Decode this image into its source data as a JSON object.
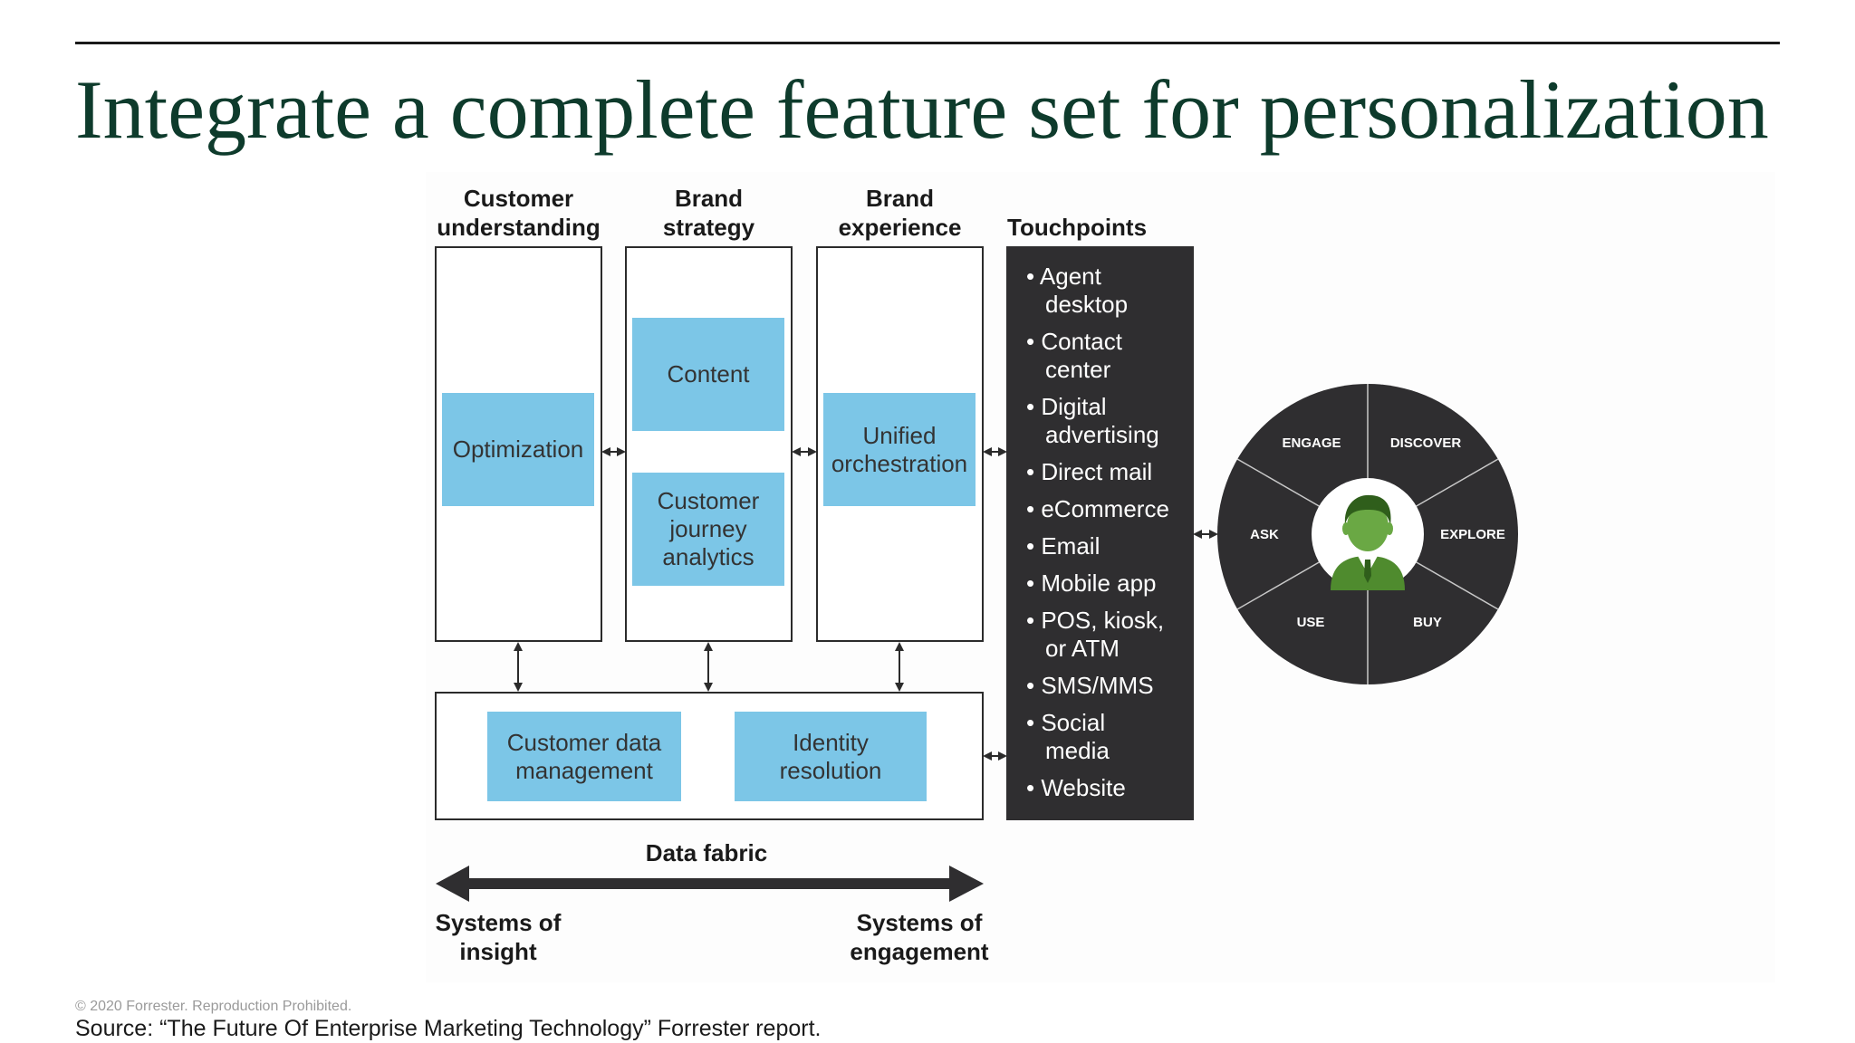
{
  "title": "Integrate a complete feature set for personalization",
  "columns": [
    {
      "heading_line1": "Customer",
      "heading_line2": "understanding"
    },
    {
      "heading_line1": "Brand",
      "heading_line2": "strategy"
    },
    {
      "heading_line1": "Brand",
      "heading_line2": "experience"
    }
  ],
  "touchpoints_heading": "Touchpoints",
  "boxes": {
    "optimization": "Optimization",
    "content": "Content",
    "cja_line1": "Customer",
    "cja_line2": "journey",
    "cja_line3": "analytics",
    "uo_line1": "Unified",
    "uo_line2": "orchestration",
    "cdm_line1": "Customer data",
    "cdm_line2": "management",
    "ir_line1": "Identity",
    "ir_line2": "resolution"
  },
  "touchpoints": [
    {
      "l1": "• Agent",
      "l2": "desktop"
    },
    {
      "l1": "• Contact",
      "l2": "center"
    },
    {
      "l1": "• Digital",
      "l2": "advertising"
    },
    {
      "l1": "• Direct mail",
      "l2": ""
    },
    {
      "l1": "• eCommerce",
      "l2": ""
    },
    {
      "l1": "• Email",
      "l2": ""
    },
    {
      "l1": "• Mobile app",
      "l2": ""
    },
    {
      "l1": "• POS, kiosk,",
      "l2": "or ATM"
    },
    {
      "l1": "• SMS/MMS",
      "l2": ""
    },
    {
      "l1": "• Social",
      "l2": "media"
    },
    {
      "l1": "• Website",
      "l2": ""
    }
  ],
  "wheel": {
    "segments": [
      "ENGAGE",
      "DISCOVER",
      "EXPLORE",
      "BUY",
      "USE",
      "ASK"
    ],
    "colors": {
      "dark": "#2f2e30",
      "person": "#4f8b2e"
    }
  },
  "data_fabric": "Data fabric",
  "left_end_line1": "Systems of",
  "left_end_line2": "insight",
  "right_end_line1": "Systems of",
  "right_end_line2": "engagement",
  "copyright": "© 2020 Forrester. Reproduction Prohibited.",
  "source": "Source: “The Future Of Enterprise Marketing Technology” Forrester report.",
  "colors": {
    "title": "#0e3b2c",
    "blue": "#7cc6e7",
    "dark": "#2f2e30"
  }
}
